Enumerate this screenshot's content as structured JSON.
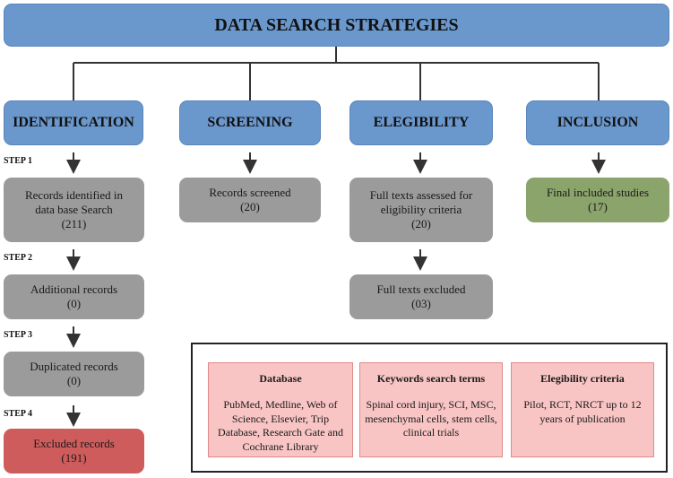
{
  "title": "DATA SEARCH STRATEGIES",
  "stages": {
    "identification": "IDENTIFICATION",
    "screening": "SCREENING",
    "elegibility": "ELEGIBILITY",
    "inclusion": "INCLUSION"
  },
  "steps": [
    "STEP 1",
    "STEP 2",
    "STEP 3",
    "STEP 4"
  ],
  "identification_boxes": [
    {
      "label": "Records identified in data base Search",
      "count": "(211)"
    },
    {
      "label": "Additional records",
      "count": "(0)"
    },
    {
      "label": "Duplicated records",
      "count": "(0)"
    },
    {
      "label": "Excluded records",
      "count": "(191)"
    }
  ],
  "screening_box": {
    "label": "Records screened",
    "count": "(20)"
  },
  "elegibility_boxes": [
    {
      "label": "Full texts assessed for eligibility criteria",
      "count": "(20)"
    },
    {
      "label": "Full texts excluded",
      "count": "(03)"
    }
  ],
  "inclusion_box": {
    "label": "Final included studies",
    "count": "(17)"
  },
  "legend": {
    "database": {
      "title": "Database",
      "body": "PubMed, Medline, Web of Science, Elsevier, Trip Database, Research Gate and Cochrane Library"
    },
    "keywords": {
      "title": "Keywords search terms",
      "body": "Spinal cord injury, SCI, MSC, mesenchymal cells, stem cells, clinical trials"
    },
    "criteria": {
      "title": "Elegibility criteria",
      "body": "Pilot, RCT, NRCT up to 12 years of publication"
    }
  },
  "colors": {
    "header_blue": "#6a97cc",
    "grey_box": "#9b9b9b",
    "included_green": "#8ba46b",
    "excluded_red": "#cf5c5c",
    "legend_pink": "#f8c4c4"
  }
}
